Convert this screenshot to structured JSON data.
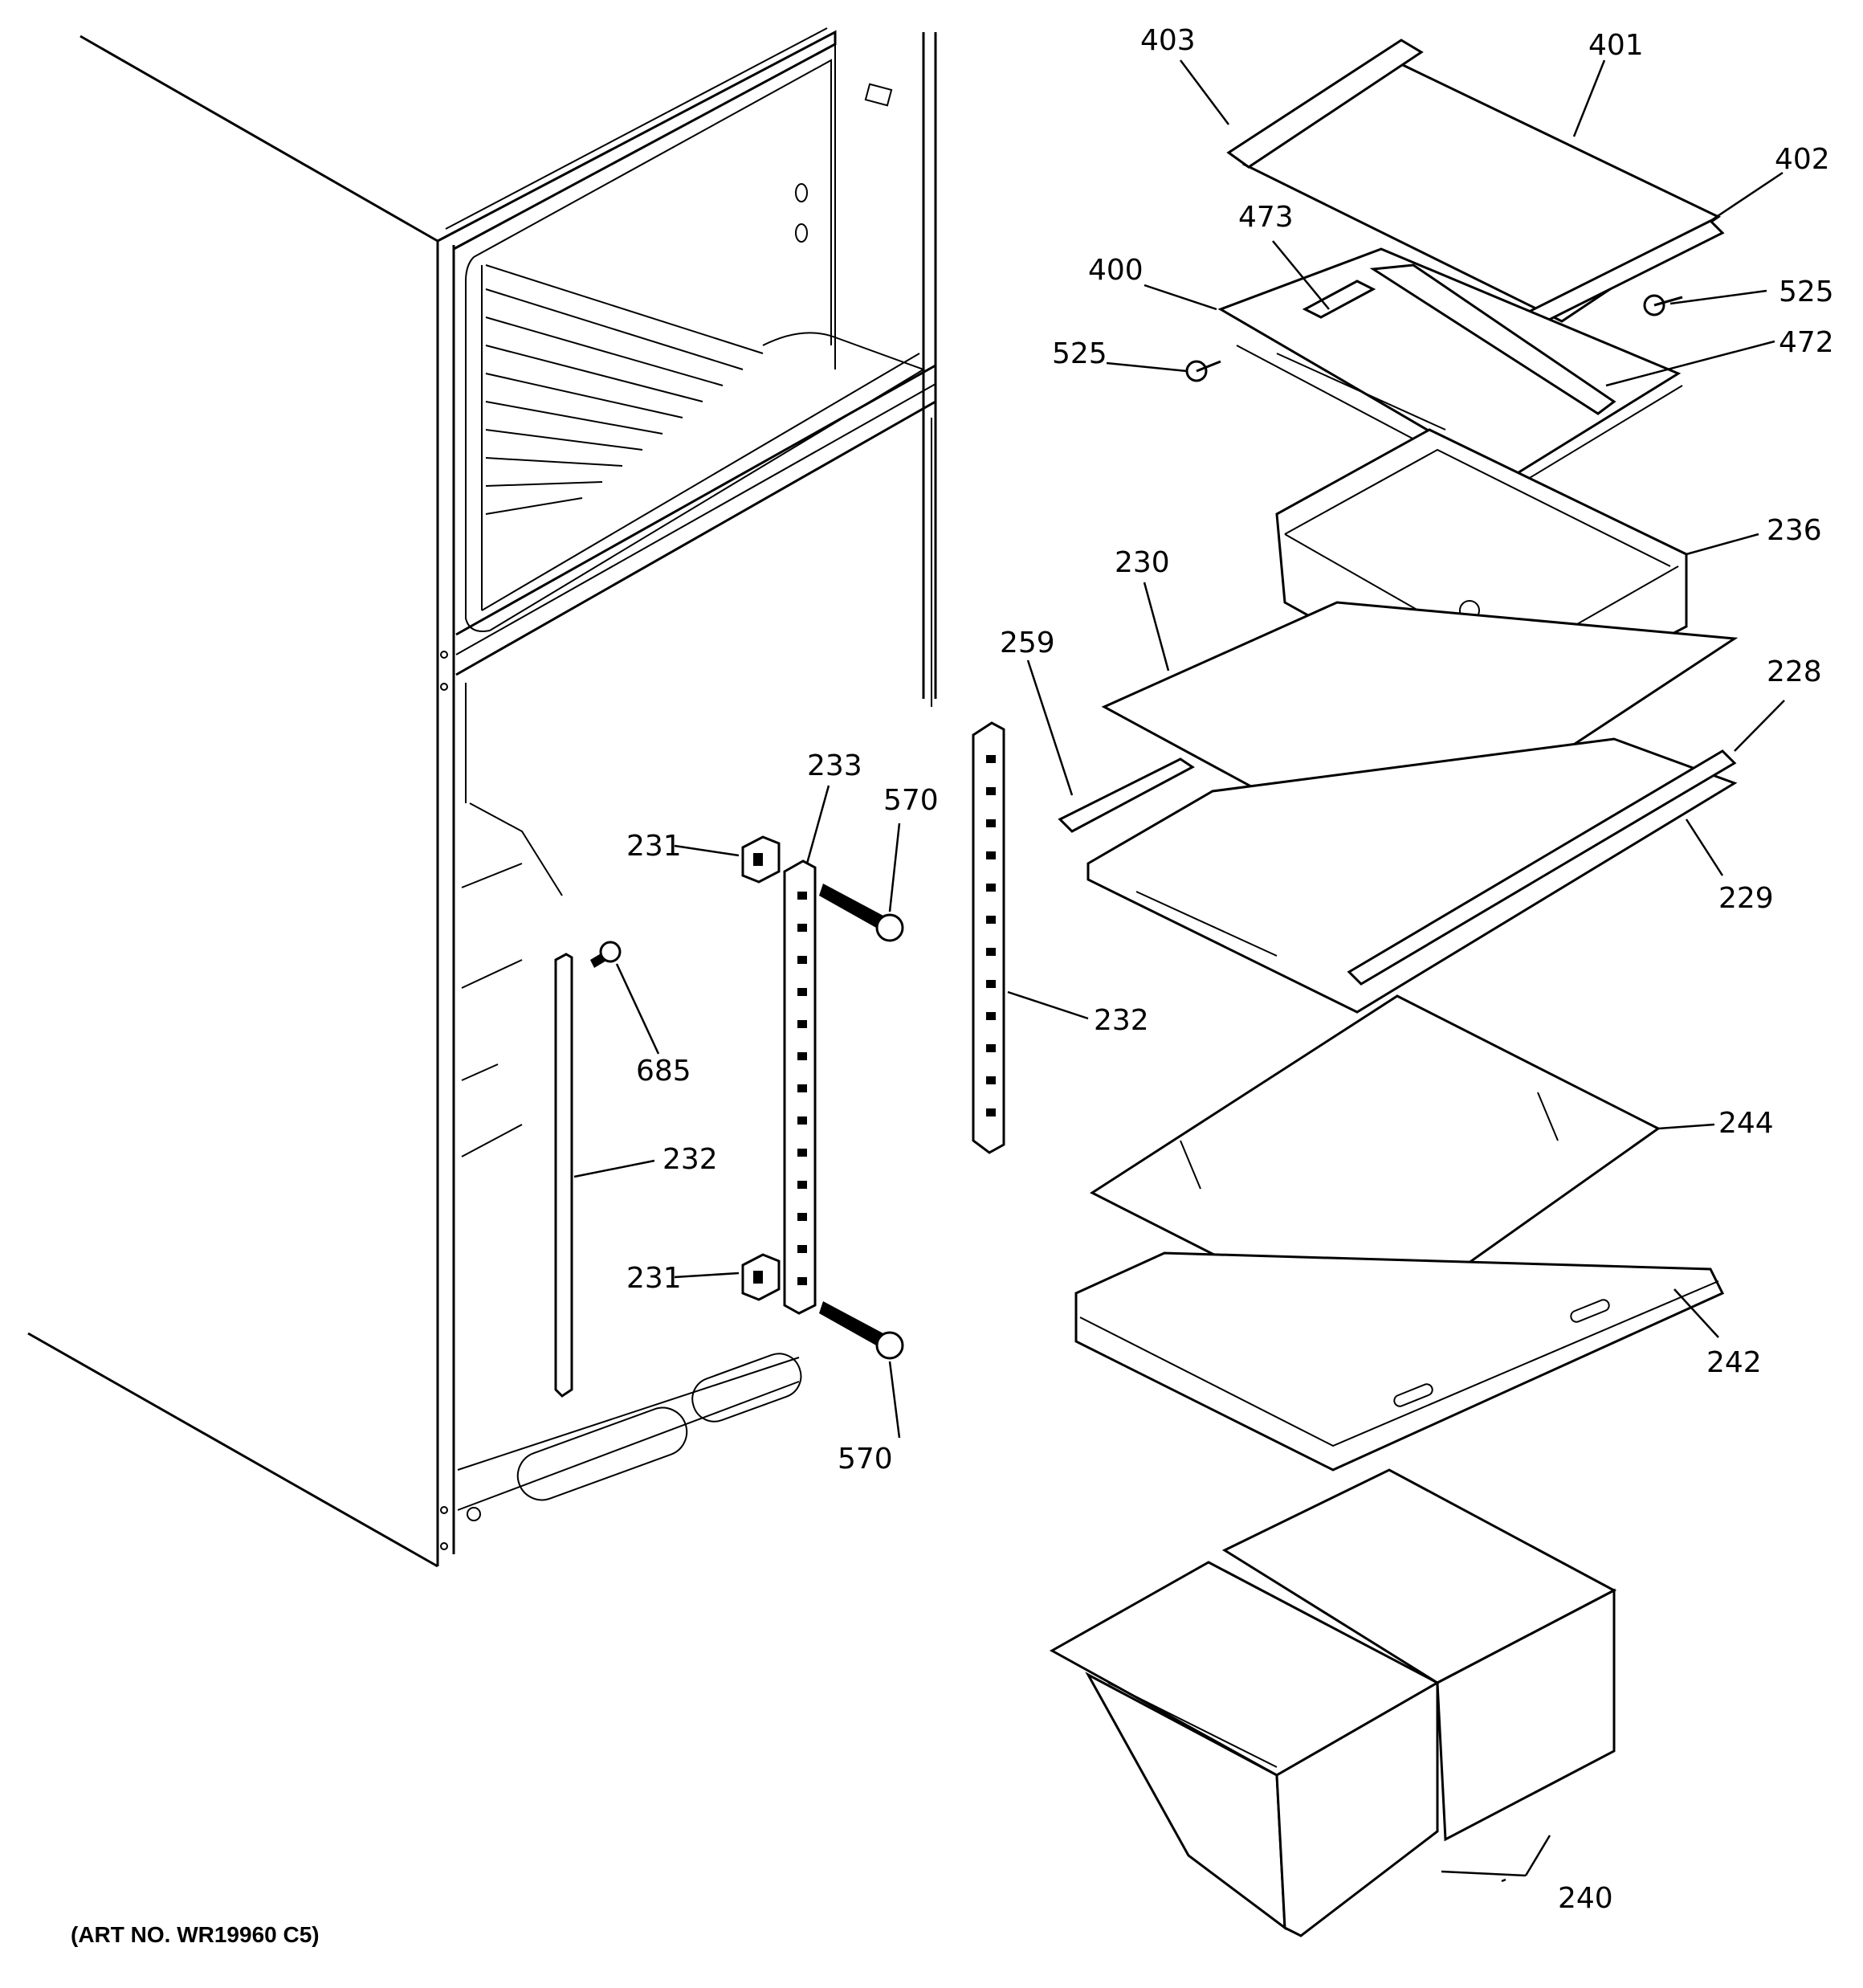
{
  "art_number": "(ART NO. WR19960 C5)",
  "labels": {
    "p403": "403",
    "p401": "401",
    "p402": "402",
    "p473": "473",
    "p400": "400",
    "p525a": "525",
    "p525b": "525",
    "p472": "472",
    "p236": "236",
    "p230": "230",
    "p259": "259",
    "p228": "228",
    "p229": "229",
    "p233": "233",
    "p570a": "570",
    "p570b": "570",
    "p231a": "231",
    "p231b": "231",
    "p232a": "232",
    "p232b": "232",
    "p685": "685",
    "p244": "244",
    "p242": "242",
    "p240": "240"
  }
}
